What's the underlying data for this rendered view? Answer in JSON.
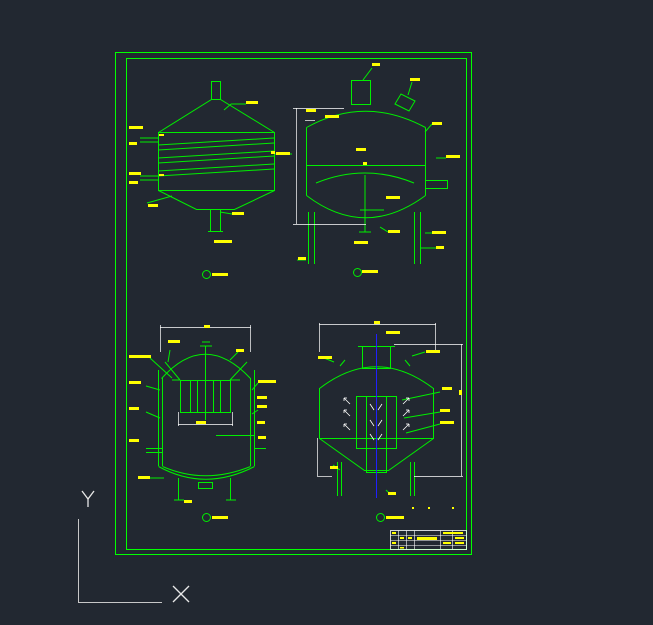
{
  "colors": {
    "background": "#222831",
    "frame": "#00ff00",
    "drawing": "#00ee00",
    "annotation": "#ffff00",
    "axis": "#e8e8e8",
    "ucs_line": "#c8c8c8",
    "center_line": "#2020ff",
    "dimension": "#ffffff"
  },
  "icons": {
    "ucs": "ucs-axis-icon",
    "views": [
      "vessel-view-icon"
    ]
  },
  "ucs": {
    "y_label": "Y",
    "x_label": "X"
  },
  "views": [
    {
      "id": "view-top-left"
    },
    {
      "id": "view-top-right"
    },
    {
      "id": "view-bottom-left"
    },
    {
      "id": "view-bottom-right"
    }
  ]
}
